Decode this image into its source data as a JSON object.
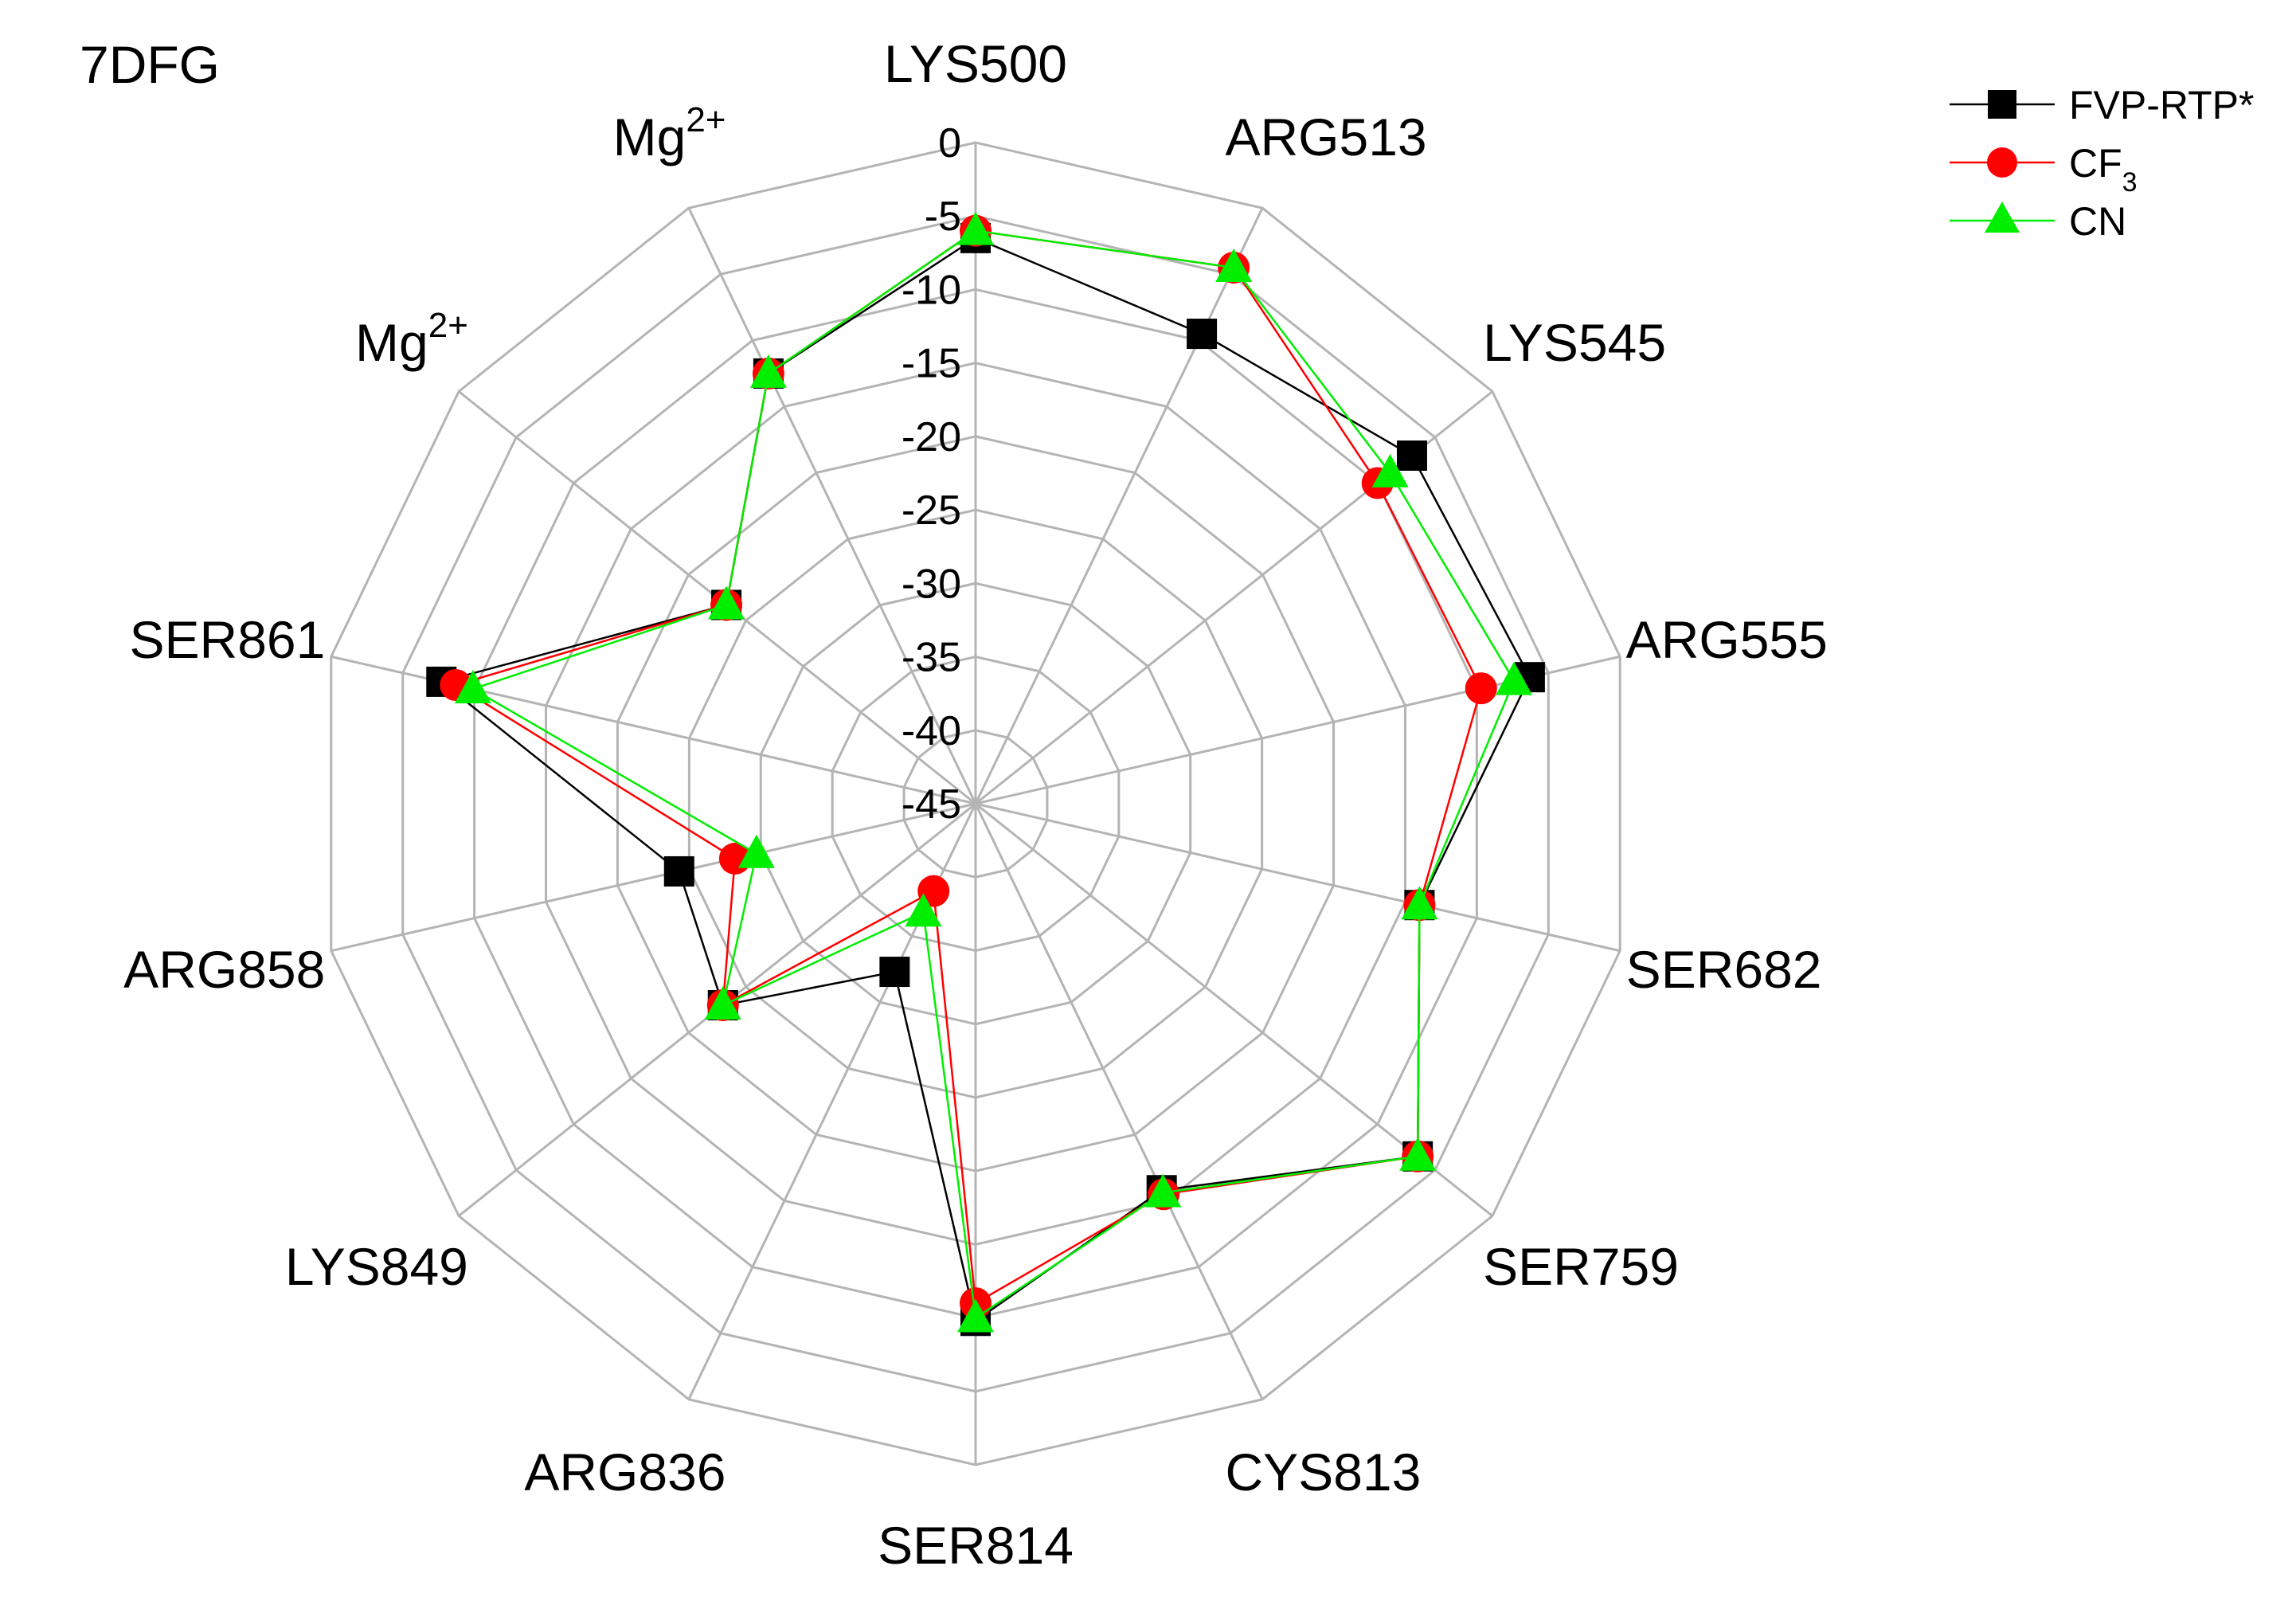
{
  "chart_data": {
    "type": "radar",
    "title": "7DFG",
    "axes": [
      "LYS500",
      "ARG513",
      "LYS545",
      "ARG555",
      "SER682",
      "SER759",
      "CYS813",
      "SER814",
      "ARG836",
      "LYS849",
      "ARG858",
      "SER861",
      "Mg2+",
      "Mg2+"
    ],
    "axis_labels_display": [
      {
        "base": "LYS500",
        "sup": ""
      },
      {
        "base": "ARG513",
        "sup": ""
      },
      {
        "base": "LYS545",
        "sup": ""
      },
      {
        "base": "ARG555",
        "sup": ""
      },
      {
        "base": "SER682",
        "sup": ""
      },
      {
        "base": "SER759",
        "sup": ""
      },
      {
        "base": "CYS813",
        "sup": ""
      },
      {
        "base": "SER814",
        "sup": ""
      },
      {
        "base": "ARG836",
        "sup": ""
      },
      {
        "base": "LYS849",
        "sup": ""
      },
      {
        "base": "ARG858",
        "sup": ""
      },
      {
        "base": "SER861",
        "sup": ""
      },
      {
        "base": "Mg",
        "sup": "2+"
      },
      {
        "base": "Mg",
        "sup": "2+"
      }
    ],
    "radial_range": [
      -45,
      0
    ],
    "radial_ticks": [
      0,
      -5,
      -10,
      -15,
      -20,
      -25,
      -30,
      -35,
      -40,
      -45
    ],
    "grid": true,
    "legend_position": "top-right",
    "series": [
      {
        "name": "FVP-RTP*",
        "name_base": "FVP-RTP*",
        "name_sub": "",
        "color": "#000000",
        "marker": "square",
        "values": [
          -6.5,
          -9.5,
          -7.0,
          -6.3,
          -14.0,
          -6.5,
          -15.8,
          -9.8,
          -32.3,
          -23.0,
          -24.3,
          -7.7,
          -23.3,
          -12.5
        ]
      },
      {
        "name": "CF3",
        "name_base": "CF",
        "name_sub": "3",
        "color": "#ff0000",
        "marker": "circle",
        "values": [
          -6.0,
          -4.5,
          -10.0,
          -9.7,
          -14.0,
          -6.5,
          -15.5,
          -11.0,
          -38.4,
          -23.0,
          -28.2,
          -8.7,
          -23.3,
          -12.5
        ]
      },
      {
        "name": "CN",
        "name_base": "CN",
        "name_sub": "",
        "color": "#00ee00",
        "marker": "triangle",
        "values": [
          -6.0,
          -4.5,
          -8.9,
          -7.4,
          -14.0,
          -6.5,
          -15.6,
          -10.0,
          -36.8,
          -23.0,
          -29.7,
          -9.9,
          -23.3,
          -12.5
        ]
      }
    ]
  },
  "colors": {
    "grid": "#b4b4b4",
    "text": "#000000"
  }
}
